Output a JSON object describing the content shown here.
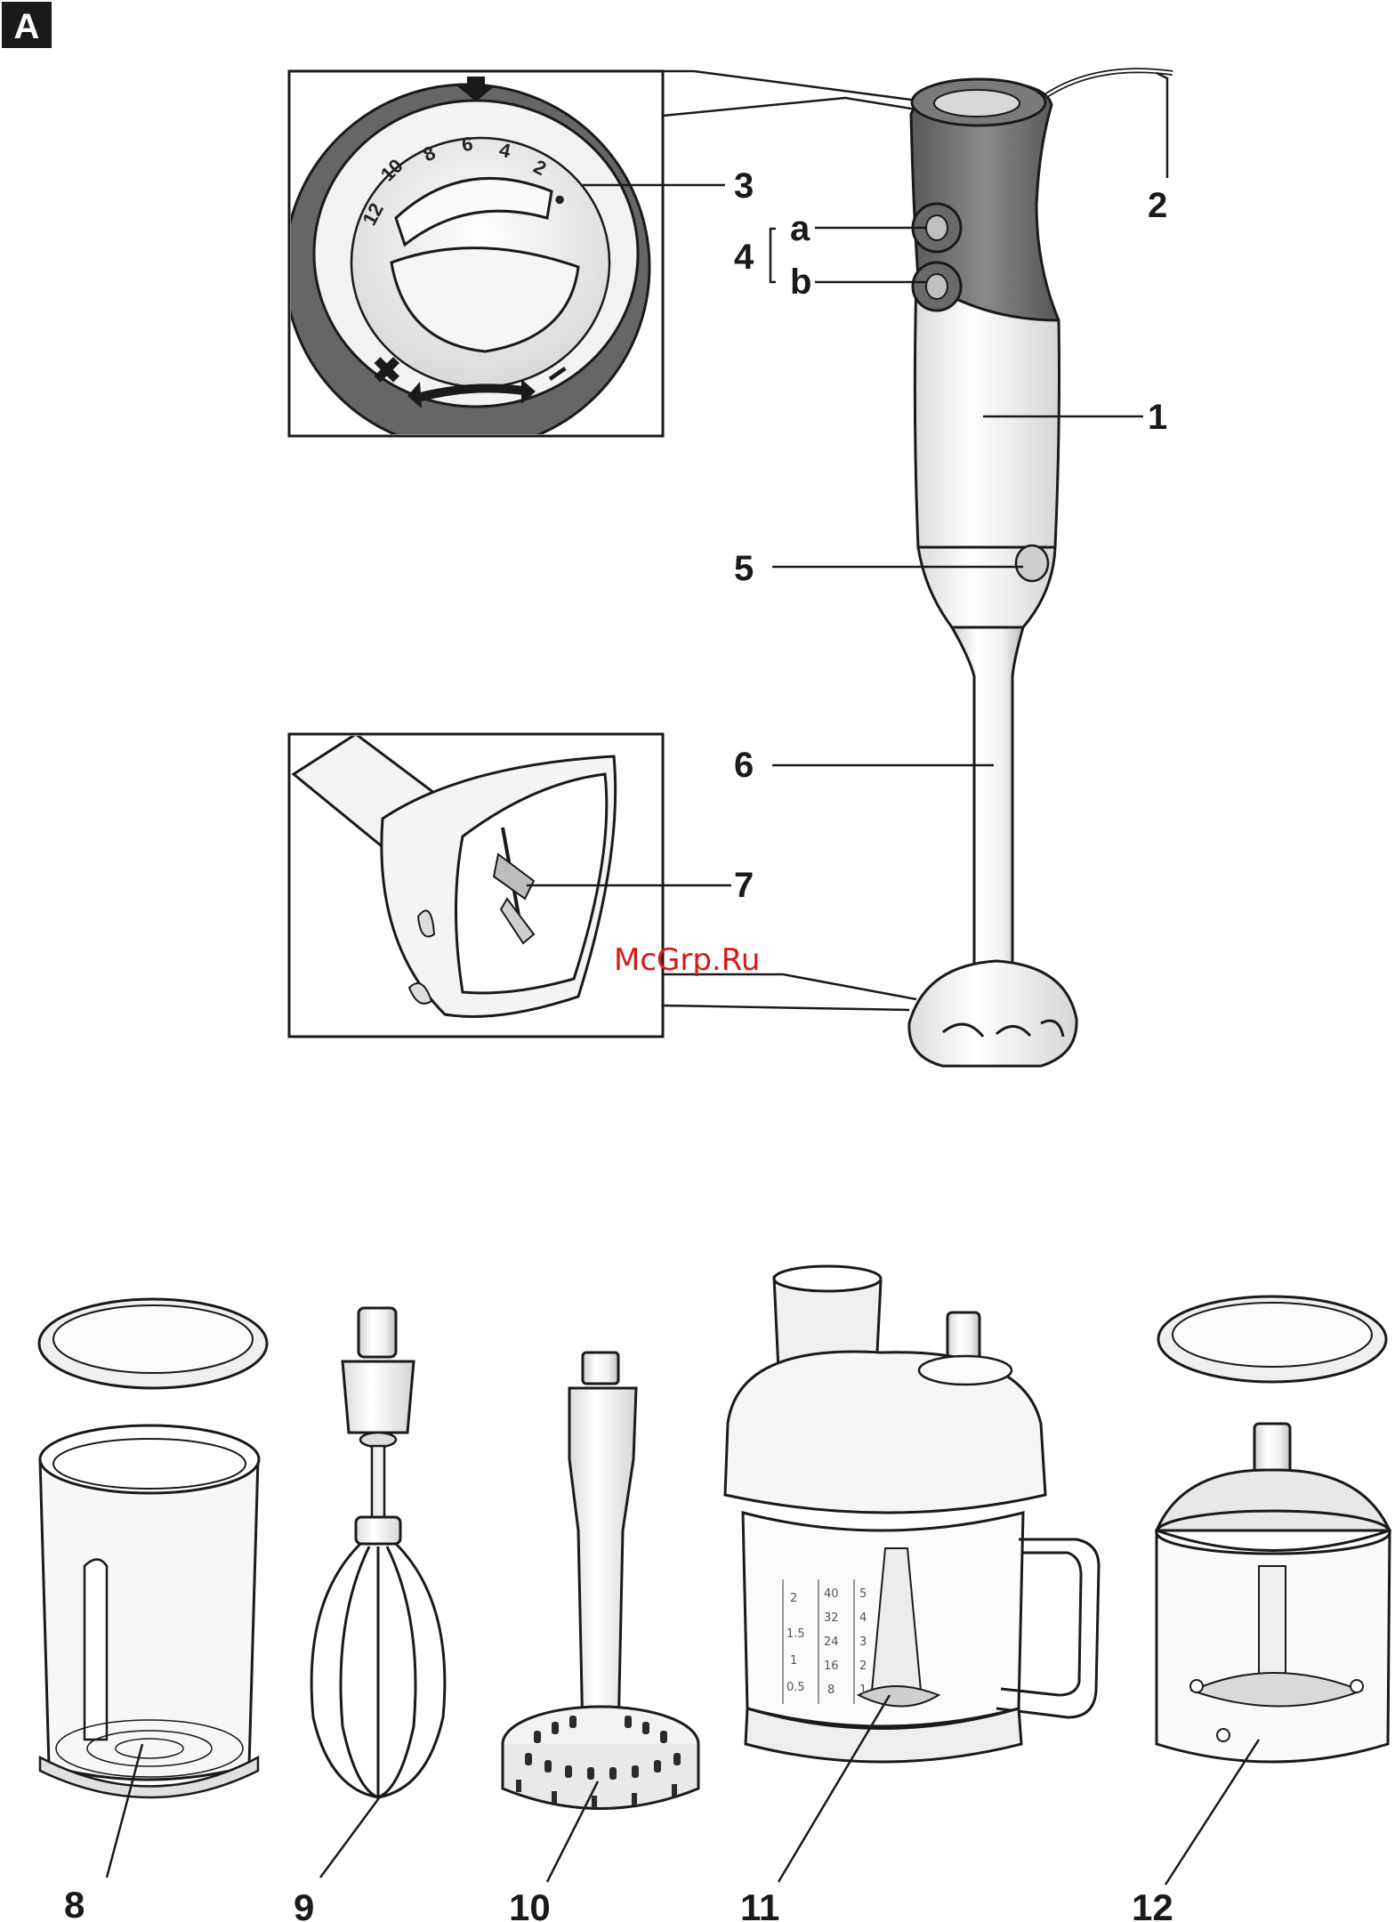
{
  "figure_label": "A",
  "watermark": "McGrp.Ru",
  "dial": {
    "scale": [
      "12",
      "10",
      "8",
      "6",
      "4",
      "2",
      "●"
    ],
    "plus_symbol": "✖",
    "minus_symbol": "−"
  },
  "callouts": {
    "c1": "1",
    "c2": "2",
    "c3": "3",
    "c4": "4",
    "c4a": "a",
    "c4b": "b",
    "c5": "5",
    "c6": "6",
    "c7": "7",
    "c8": "8",
    "c9": "9",
    "c10": "10",
    "c11": "11",
    "c12": "12"
  },
  "jug_scale": {
    "col1": [
      "2",
      "1.5",
      "1",
      "0.5"
    ],
    "col2": [
      "40",
      "32",
      "24",
      "16",
      "8"
    ],
    "col3": [
      "5",
      "4",
      "3",
      "2",
      "1"
    ]
  },
  "colors": {
    "line": "#1a1a1a",
    "dark_grey": "#6e6e6e",
    "light_grey": "#e9e9e9",
    "watermark": "#d81818"
  }
}
